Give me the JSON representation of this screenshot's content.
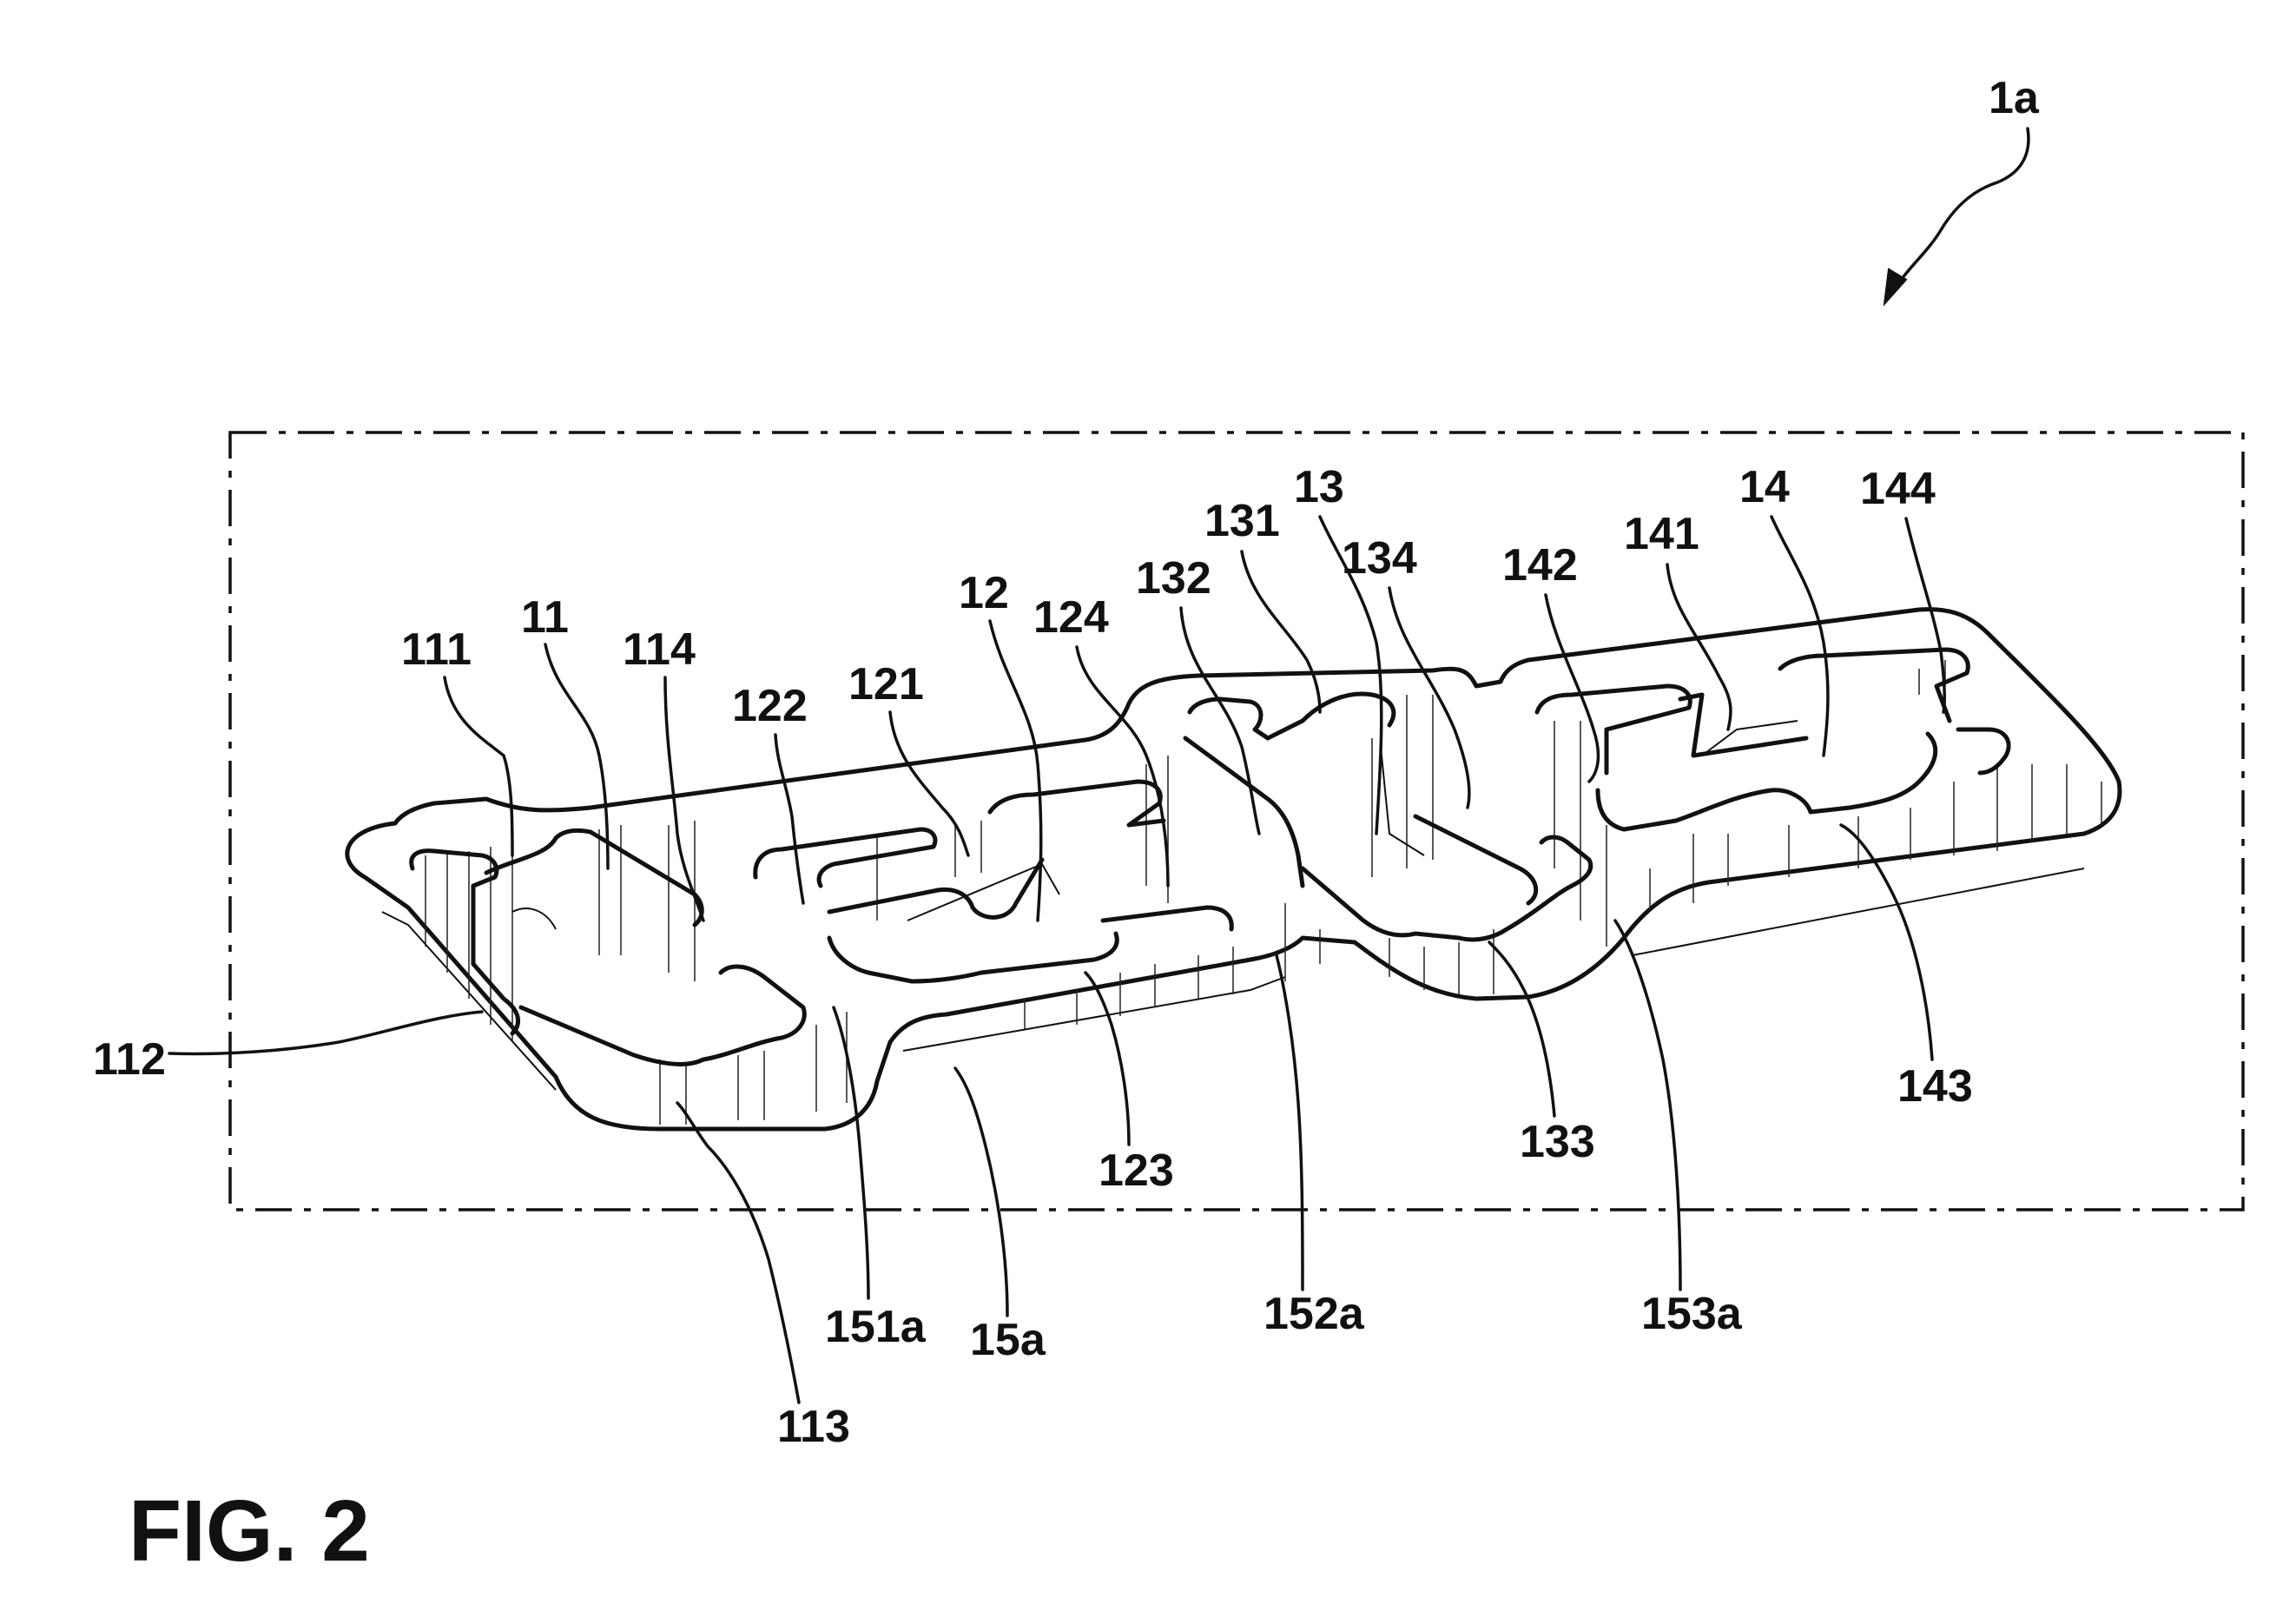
{
  "figure": {
    "caption": "FIG. 2",
    "assembly_ref": "1a"
  },
  "labels": {
    "l_111": "111",
    "l_11": "11",
    "l_114": "114",
    "l_122": "122",
    "l_121": "121",
    "l_12": "12",
    "l_124": "124",
    "l_132": "132",
    "l_131": "131",
    "l_13": "13",
    "l_134": "134",
    "l_142": "142",
    "l_141": "141",
    "l_14": "14",
    "l_144": "144",
    "l_112": "112",
    "l_113": "113",
    "l_151a": "151a",
    "l_15a": "15a",
    "l_123": "123",
    "l_152a": "152a",
    "l_133": "133",
    "l_153a": "153a",
    "l_143": "143"
  }
}
